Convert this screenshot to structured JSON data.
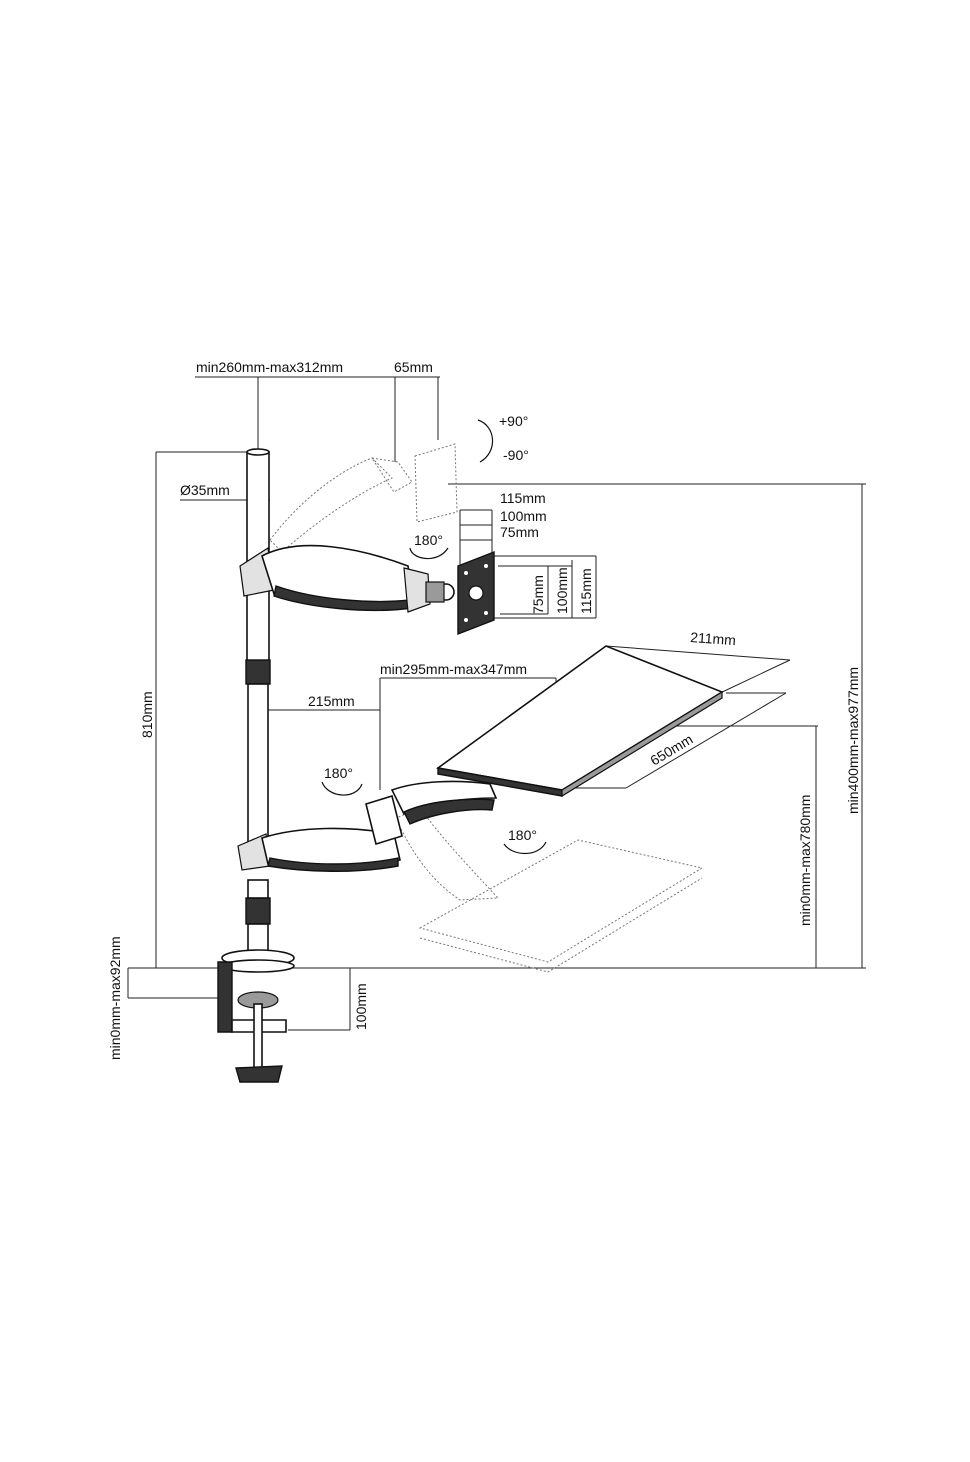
{
  "labels": {
    "arm_reach": "min260mm-max312mm",
    "tilt_offset": "65mm",
    "rotate_plus": "+90°",
    "rotate_minus": "-90°",
    "pole_diameter": "Ø35mm",
    "vesa_115_top": "115mm",
    "vesa_100_top": "100mm",
    "vesa_75_top": "75mm",
    "vesa_75_side": "75mm",
    "vesa_100_side": "100mm",
    "vesa_115_side": "115mm",
    "swivel_monitor": "180°",
    "pole_height": "810mm",
    "tray_depth": "211mm",
    "tray_reach": "min295mm-max347mm",
    "tray_arm": "215mm",
    "swivel_tray_arm": "180°",
    "tray_width": "650mm",
    "swivel_tray": "180°",
    "tray_height": "min0mm-max780mm",
    "monitor_height": "min400mm-max977mm",
    "desk_thickness": "min0mm-max92mm",
    "clamp_depth": "100mm"
  }
}
